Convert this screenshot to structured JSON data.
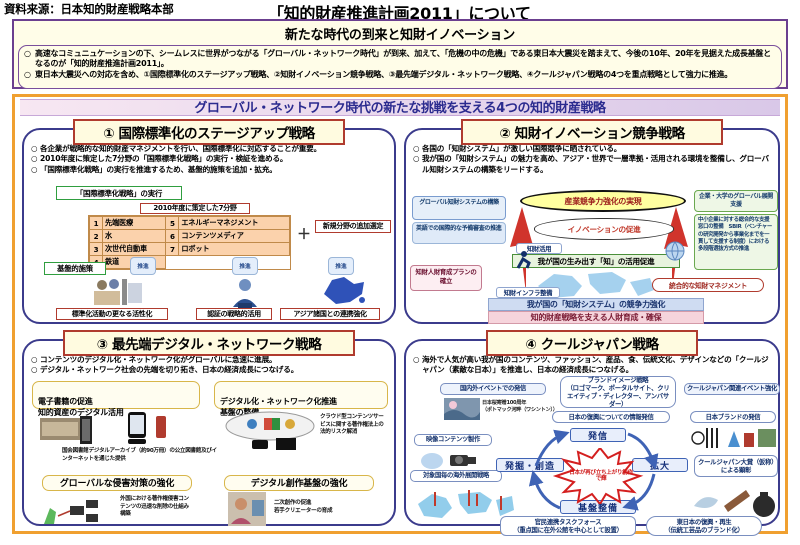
{
  "header": {
    "source_label": "資料来源：日本知的財産戦略本部",
    "main_title": "「知的財産推進計画2011」について"
  },
  "top_section": {
    "title": "新たな時代の到来と知財イノベーション",
    "bullets": [
      {
        "mark": "○",
        "text": "高速なコミュニュケーションの下、シームレスに世界がつながる「グローバル・ネットワーク時代」が到来、加えて、「危機の中の危機」である東日本大震災を踏まえて、今後の10年、20年を見据えた成長基盤となるのが「知的財産推進計画2011」。"
      },
      {
        "mark": "○",
        "text": "東日本大震災への対応を含め、①国際標準化のステージアップ戦略、②知財イノベーション競争戦略、③最先端デジタル・ネットワーク戦略、④クールジャパン戦略の4つを重点戦略として強力に推進。"
      }
    ]
  },
  "banner": "グローバル・ネットワーク時代の新たな挑戦を支える4つの知的財産戦略",
  "q1": {
    "title": "① 国際標準化のステージアップ戦略",
    "bullets": [
      {
        "mark": "○",
        "text": "各企業が戦略的な知的財産マネジメントを行い、国際標準化に対応することが重要。"
      },
      {
        "mark": "○",
        "text": "2010年度に策定した7分野の「国際標準化戦略」の実行・検証を進める。"
      },
      {
        "mark": "○",
        "text": "「国際標準化戦略」の実行を推進するため、基盤的施策を追加・拡充。"
      }
    ],
    "green_box": "「国際標準化戦略」の実行",
    "table_caption": "2010年度に策定した7分野",
    "fields": [
      {
        "no": "1",
        "name": "先端医療"
      },
      {
        "no": "2",
        "name": "水"
      },
      {
        "no": "3",
        "name": "次世代自動車"
      },
      {
        "no": "4",
        "name": "鉄道"
      },
      {
        "no": "5",
        "name": "エネルギーマネジメント"
      },
      {
        "no": "6",
        "name": "コンテンツメディア"
      },
      {
        "no": "7",
        "name": "ロボット"
      }
    ],
    "plus": "＋",
    "new_field_box": "新規分野の追加選定",
    "base_policy_box": "基盤的施策",
    "bubbles": [
      "推進",
      "推進",
      "推進"
    ],
    "bottom_tags": [
      "標準化活動の更なる活性化",
      "認証の戦略的活用",
      "アジア諸国との連携強化"
    ]
  },
  "q2": {
    "title": "② 知財イノベーション競争戦略",
    "bullets": [
      {
        "mark": "○",
        "text": "各国の「知財システム」が激しい国際競争に晒されている。"
      },
      {
        "mark": "○",
        "text": "我が国の「知財システム」の魅力を高め、アジア・世界で一層準拠・活用される環境を整備し、グローバル知財システムの構築をリードする。"
      }
    ],
    "left_box_title": "グローバル知財システムの構築",
    "left_box_body": "英語での国際的な予備審査の推進",
    "right_box_title": "企業・大学のグローバル展開支援",
    "right_box_body": "中小企業に対する総合的な支援窓口の整備　SBIR（ベンチャーの研究開発から事業化までを一貫して支援する制度）における多段階選抜方式の推進",
    "goal_ellipse": "産業競争力強化の実現",
    "innovation_cloud": "イノベーションの促進",
    "chizai_tag": "知財活用",
    "green_strip": "我が国の生み出す「知」の活用促進",
    "infra_tag": "知財インフラ整備",
    "blue_strip": "我が国の「知財システム」の競争力強化",
    "pink_strip": "知的財産戦略を支える人財育成・確保",
    "left_pink_box": "知財人財育成プランの確立",
    "right_round_tag": "統合的な知財マネジメント"
  },
  "q3": {
    "title": "③ 最先端デジタル・ネットワーク戦略",
    "bullets": [
      {
        "mark": "○",
        "text": "コンテンツのデジタル化・ネットワーク化がグローバルに急速に進展。"
      },
      {
        "mark": "○",
        "text": "デジタル・ネットワーク社会の先端を切り拓き、日本の経済成長につなげる。"
      }
    ],
    "box_tl": "電子書籍の促進\n知的資産のデジタル活用",
    "box_tr": "デジタル化・ネットワーク化推進\n基盤の整備",
    "caption_tl": "国会図書館デジタルアーカイブ（約90万冊）の公立図書館及びインターネットを通じた提供",
    "caption_tr": "クラウド型コンテンツサービスに関する著作権法上の法的リスク解消",
    "box_bl": "グローバルな侵害対策の強化",
    "box_br": "デジタル創作基盤の強化",
    "caption_bl": "外国における著作権侵害コンテンツの迅速な削除の仕組み構築",
    "caption_br": "二次創作の促進\n若手クリエーターの育成"
  },
  "q4": {
    "title": "④ クールジャパン戦略",
    "bullets": [
      {
        "mark": "○",
        "text": "海外で人気が高い我が国のコンテンツ、ファッション、産品、食、伝統文化、デザインなどの「クールジャパン（素敵な日本）」を推進し、日本の経済成長につなげる。"
      }
    ],
    "tag_left": "国内外イベントでの発信",
    "tag_center": "ブランドイメージ戦略\n（ロゴマーク、ポータルサイト、クリエイティブ・ディレクター、アンバサダー）",
    "tag_right": "クールジャパン関連イベント強化",
    "tag_info": "日本の復興についての情報発信",
    "tag_brand": "日本ブランドの発信",
    "caption_event": "日本桜寄贈100周年\n（ポトマック河畔（ワシントン））",
    "label_video": "映像コンテンツ製作",
    "label_target": "対象国毎の海外展開戦略",
    "cycle": {
      "top": "発信",
      "left": "発掘・創造",
      "right": "拡大",
      "bottom": "基盤整備",
      "center": "日本が再び立ち上がり創作で輝"
    },
    "tag_award": "クールジャパン大賞（仮称）による顕彰",
    "tag_taskforce": "官民連携タスクフォース\n（重点国に在外公館を中心として設置）",
    "tag_revival": "東日本の復興・再生\n（伝統工芸品のブランド化）"
  },
  "colors": {
    "frame_orange": "#f0a030",
    "panel_blue": "#3b3b8c",
    "title_red": "#b03b2e",
    "purple": "#6b3f8f",
    "accent_yellow": "#fffbe0"
  }
}
